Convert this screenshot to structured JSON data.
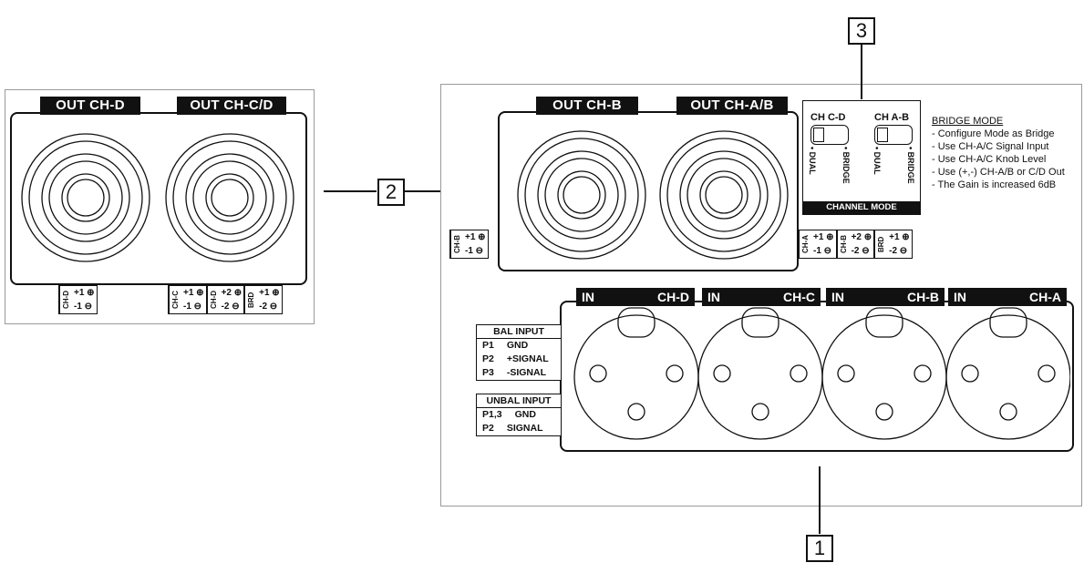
{
  "left_panel": {
    "tab1": "OUT CH-D",
    "tab2": "OUT CH-C/D",
    "term1": {
      "ch": "CH-D",
      "p1": "+1 ⊕",
      "p2": "-1 ⊖"
    },
    "term2": {
      "ch1": "CH-C",
      "p1a": "+1 ⊕",
      "p1b": "-1 ⊖",
      "ch2": "CH-D",
      "p2a": "+2 ⊕",
      "p2b": "-2 ⊖",
      "ch3": "BRD",
      "p3a": "+1 ⊕",
      "p3b": "-2 ⊖"
    }
  },
  "right_panel": {
    "tab1": "OUT CH-B",
    "tab2": "OUT CH-A/B",
    "term_left": {
      "ch": "CH-B",
      "p1": "+1 ⊕",
      "p2": "-1 ⊖"
    },
    "term_right": {
      "ch1": "CH-A",
      "p1a": "+1 ⊕",
      "p1b": "-1 ⊖",
      "ch2": "CH-B",
      "p2a": "+2 ⊕",
      "p2b": "-2 ⊖",
      "ch3": "BRD",
      "p3a": "+1 ⊕",
      "p3b": "-2 ⊖"
    },
    "channel_mode": {
      "sw1_label": "CH C-D",
      "sw2_label": "CH A-B",
      "dual": "• DUAL",
      "bridge": "• BRIDGE",
      "footer": "CHANNEL MODE"
    },
    "bridge_mode": {
      "title": "BRIDGE MODE",
      "lines": [
        "- Configure Mode as Bridge",
        "- Use CH-A/C Signal Input",
        "- Use CH-A/C Knob Level",
        "- Use (+,-) CH-A/B or C/D Out",
        "- The Gain is increased 6dB"
      ]
    },
    "inputs": [
      {
        "in": "IN",
        "ch": "CH-D"
      },
      {
        "in": "IN",
        "ch": "CH-C"
      },
      {
        "in": "IN",
        "ch": "CH-B"
      },
      {
        "in": "IN",
        "ch": "CH-A"
      }
    ],
    "bal_input": {
      "title": "BAL INPUT",
      "rows": [
        [
          "P1",
          "GND"
        ],
        [
          "P2",
          "+SIGNAL"
        ],
        [
          "P3",
          "-SIGNAL"
        ]
      ]
    },
    "unbal_input": {
      "title": "UNBAL INPUT",
      "rows": [
        [
          "P1,3",
          "GND"
        ],
        [
          "P2",
          "SIGNAL"
        ]
      ]
    }
  },
  "callouts": {
    "c1": "1",
    "c2": "2",
    "c3": "3"
  }
}
